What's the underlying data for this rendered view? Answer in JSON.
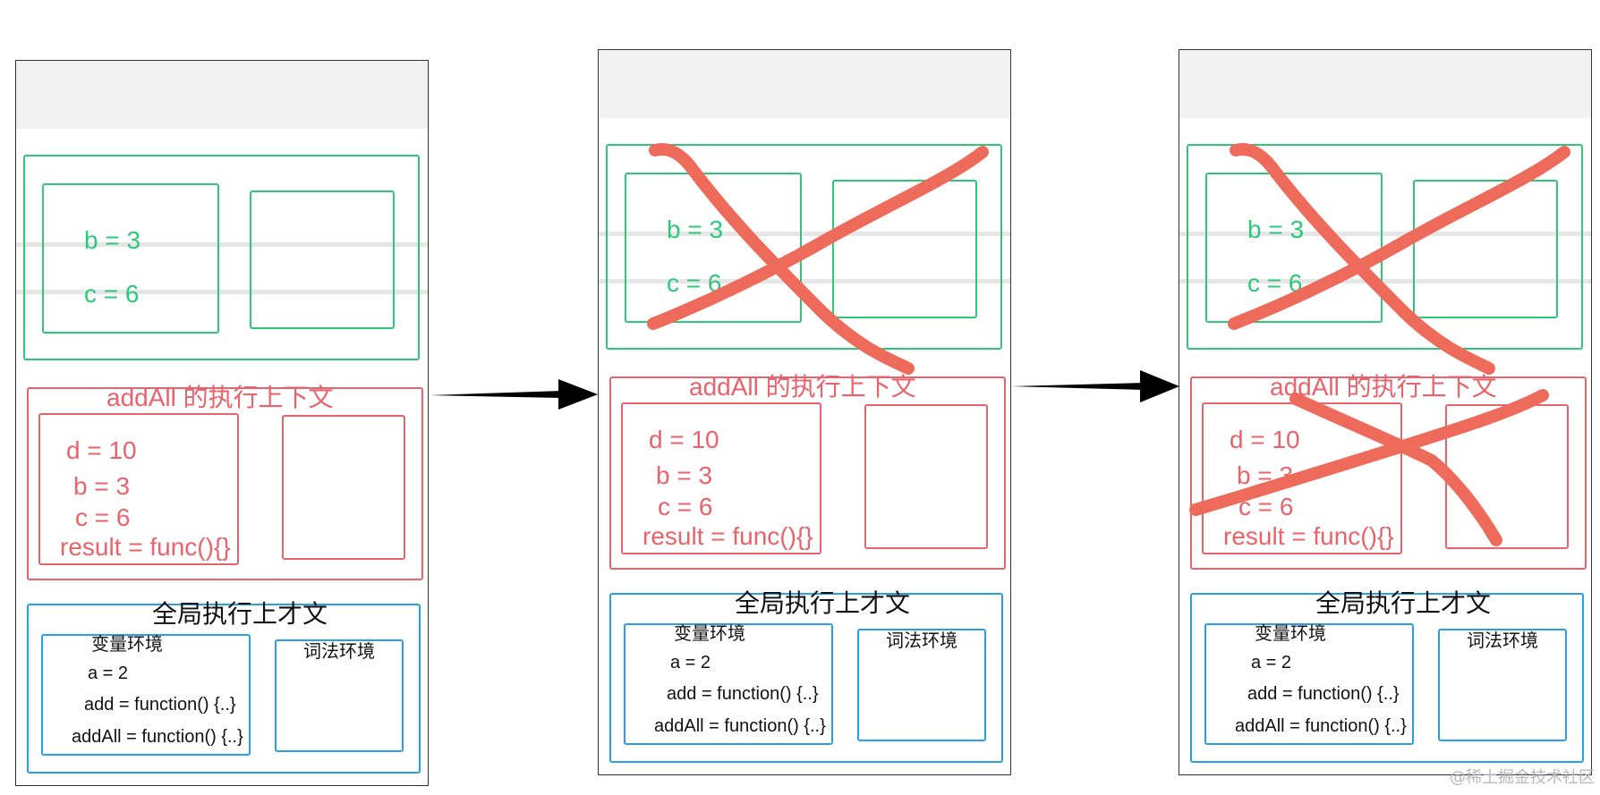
{
  "panels": [
    {
      "green_vars": [
        "b = 3",
        "c = 6"
      ],
      "addall_title": "addAll 的执行上下文",
      "addall_vars": [
        "d = 10",
        "b = 3",
        "c = 6",
        "result = func(){}"
      ],
      "global_title": "全局执行上才文",
      "var_env_label": "变量环境",
      "lex_env_label": "词法环境",
      "global_vars": [
        "a = 2",
        "add = function() {..}",
        "addAll = function() {..}"
      ]
    },
    {
      "green_vars": [
        "b = 3",
        "c = 6"
      ],
      "addall_title": "addAll 的执行上下文",
      "addall_vars": [
        "d = 10",
        "b = 3",
        "c = 6",
        "result = func(){}"
      ],
      "global_title": "全局执行上才文",
      "var_env_label": "变量环境",
      "lex_env_label": "词法环境",
      "global_vars": [
        "a = 2",
        "add = function() {..}",
        "addAll = function() {..}"
      ]
    },
    {
      "green_vars": [
        "b = 3",
        "c = 6"
      ],
      "addall_title": "addAll 的执行上下文",
      "addall_vars": [
        "d = 10",
        "b = 3",
        "c = 6",
        "result = func(){}"
      ],
      "global_title": "全局执行上才文",
      "var_env_label": "变量环境",
      "lex_env_label": "词法环境",
      "global_vars": [
        "a = 2",
        "add = function() {..}",
        "addAll = function() {..}"
      ]
    }
  ],
  "colors": {
    "inner_context": "#2ec878",
    "addall_context": "#e8636b",
    "global_context": "#2b9fe0",
    "cross_mark": "#ee6a5a",
    "arrow": "#000000"
  },
  "watermark": "@稀土掘金技术社区"
}
